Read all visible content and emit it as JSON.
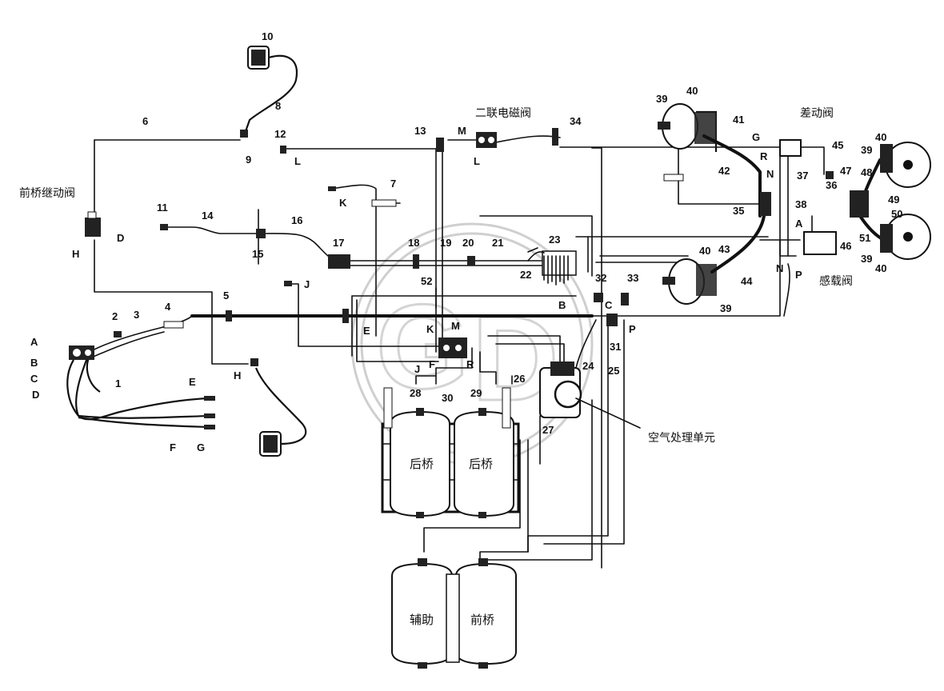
{
  "parts": {
    "n1": "1",
    "n2": "2",
    "n3": "3",
    "n4": "4",
    "n5": "5",
    "n6": "6",
    "n7": "7",
    "n8": "8",
    "n9": "9",
    "n10": "10",
    "n11": "11",
    "n12": "12",
    "n13": "13",
    "n14": "14",
    "n15": "15",
    "n16": "16",
    "n17": "17",
    "n18": "18",
    "n19": "19",
    "n20": "20",
    "n21": "21",
    "n22": "22",
    "n23": "23",
    "n24": "24",
    "n25": "25",
    "n26": "26",
    "n26b": "26",
    "n27": "27",
    "n28": "28",
    "n29": "29",
    "n30": "30",
    "n31": "31",
    "n32": "32",
    "n33": "33",
    "n34": "34",
    "n35": "35",
    "n36": "36",
    "n37": "37",
    "n38": "38",
    "n39a": "39",
    "n39b": "39",
    "n39c": "39",
    "n39d": "39",
    "n40a": "40",
    "n40b": "40",
    "n40c": "40",
    "n40d": "40",
    "n41": "41",
    "n42": "42",
    "n43": "43",
    "n44": "44",
    "n45": "45",
    "n46": "46",
    "n47": "47",
    "n48": "48",
    "n49": "49",
    "n50": "50",
    "n51": "51",
    "n52": "52"
  },
  "ports": {
    "A1": "A",
    "B1": "B",
    "C1": "C",
    "D1": "D",
    "D2": "D",
    "E1": "E",
    "F1": "F",
    "G1": "G",
    "H1": "H",
    "H2": "H",
    "J1": "J",
    "J2": "J",
    "K1": "K",
    "K2": "K",
    "L1": "L",
    "L2": "L",
    "M1": "M",
    "M2": "M",
    "E2": "E",
    "F2": "F",
    "R2": "R",
    "B2": "B",
    "C2": "C",
    "P2": "P",
    "G3": "G",
    "R3": "R",
    "N3": "N",
    "N4": "N",
    "A4": "A",
    "P4": "P"
  },
  "labels": {
    "front_relay_valve": "前桥继动阀",
    "dual_solenoid": "二联电磁阀",
    "differential_valve": "差动阀",
    "load_sensing_valve": "感载阀",
    "air_processing_unit": "空气处理单元",
    "tank_rear1": "后桥",
    "tank_rear2": "后桥",
    "tank_aux": "辅助",
    "tank_front": "前桥"
  }
}
